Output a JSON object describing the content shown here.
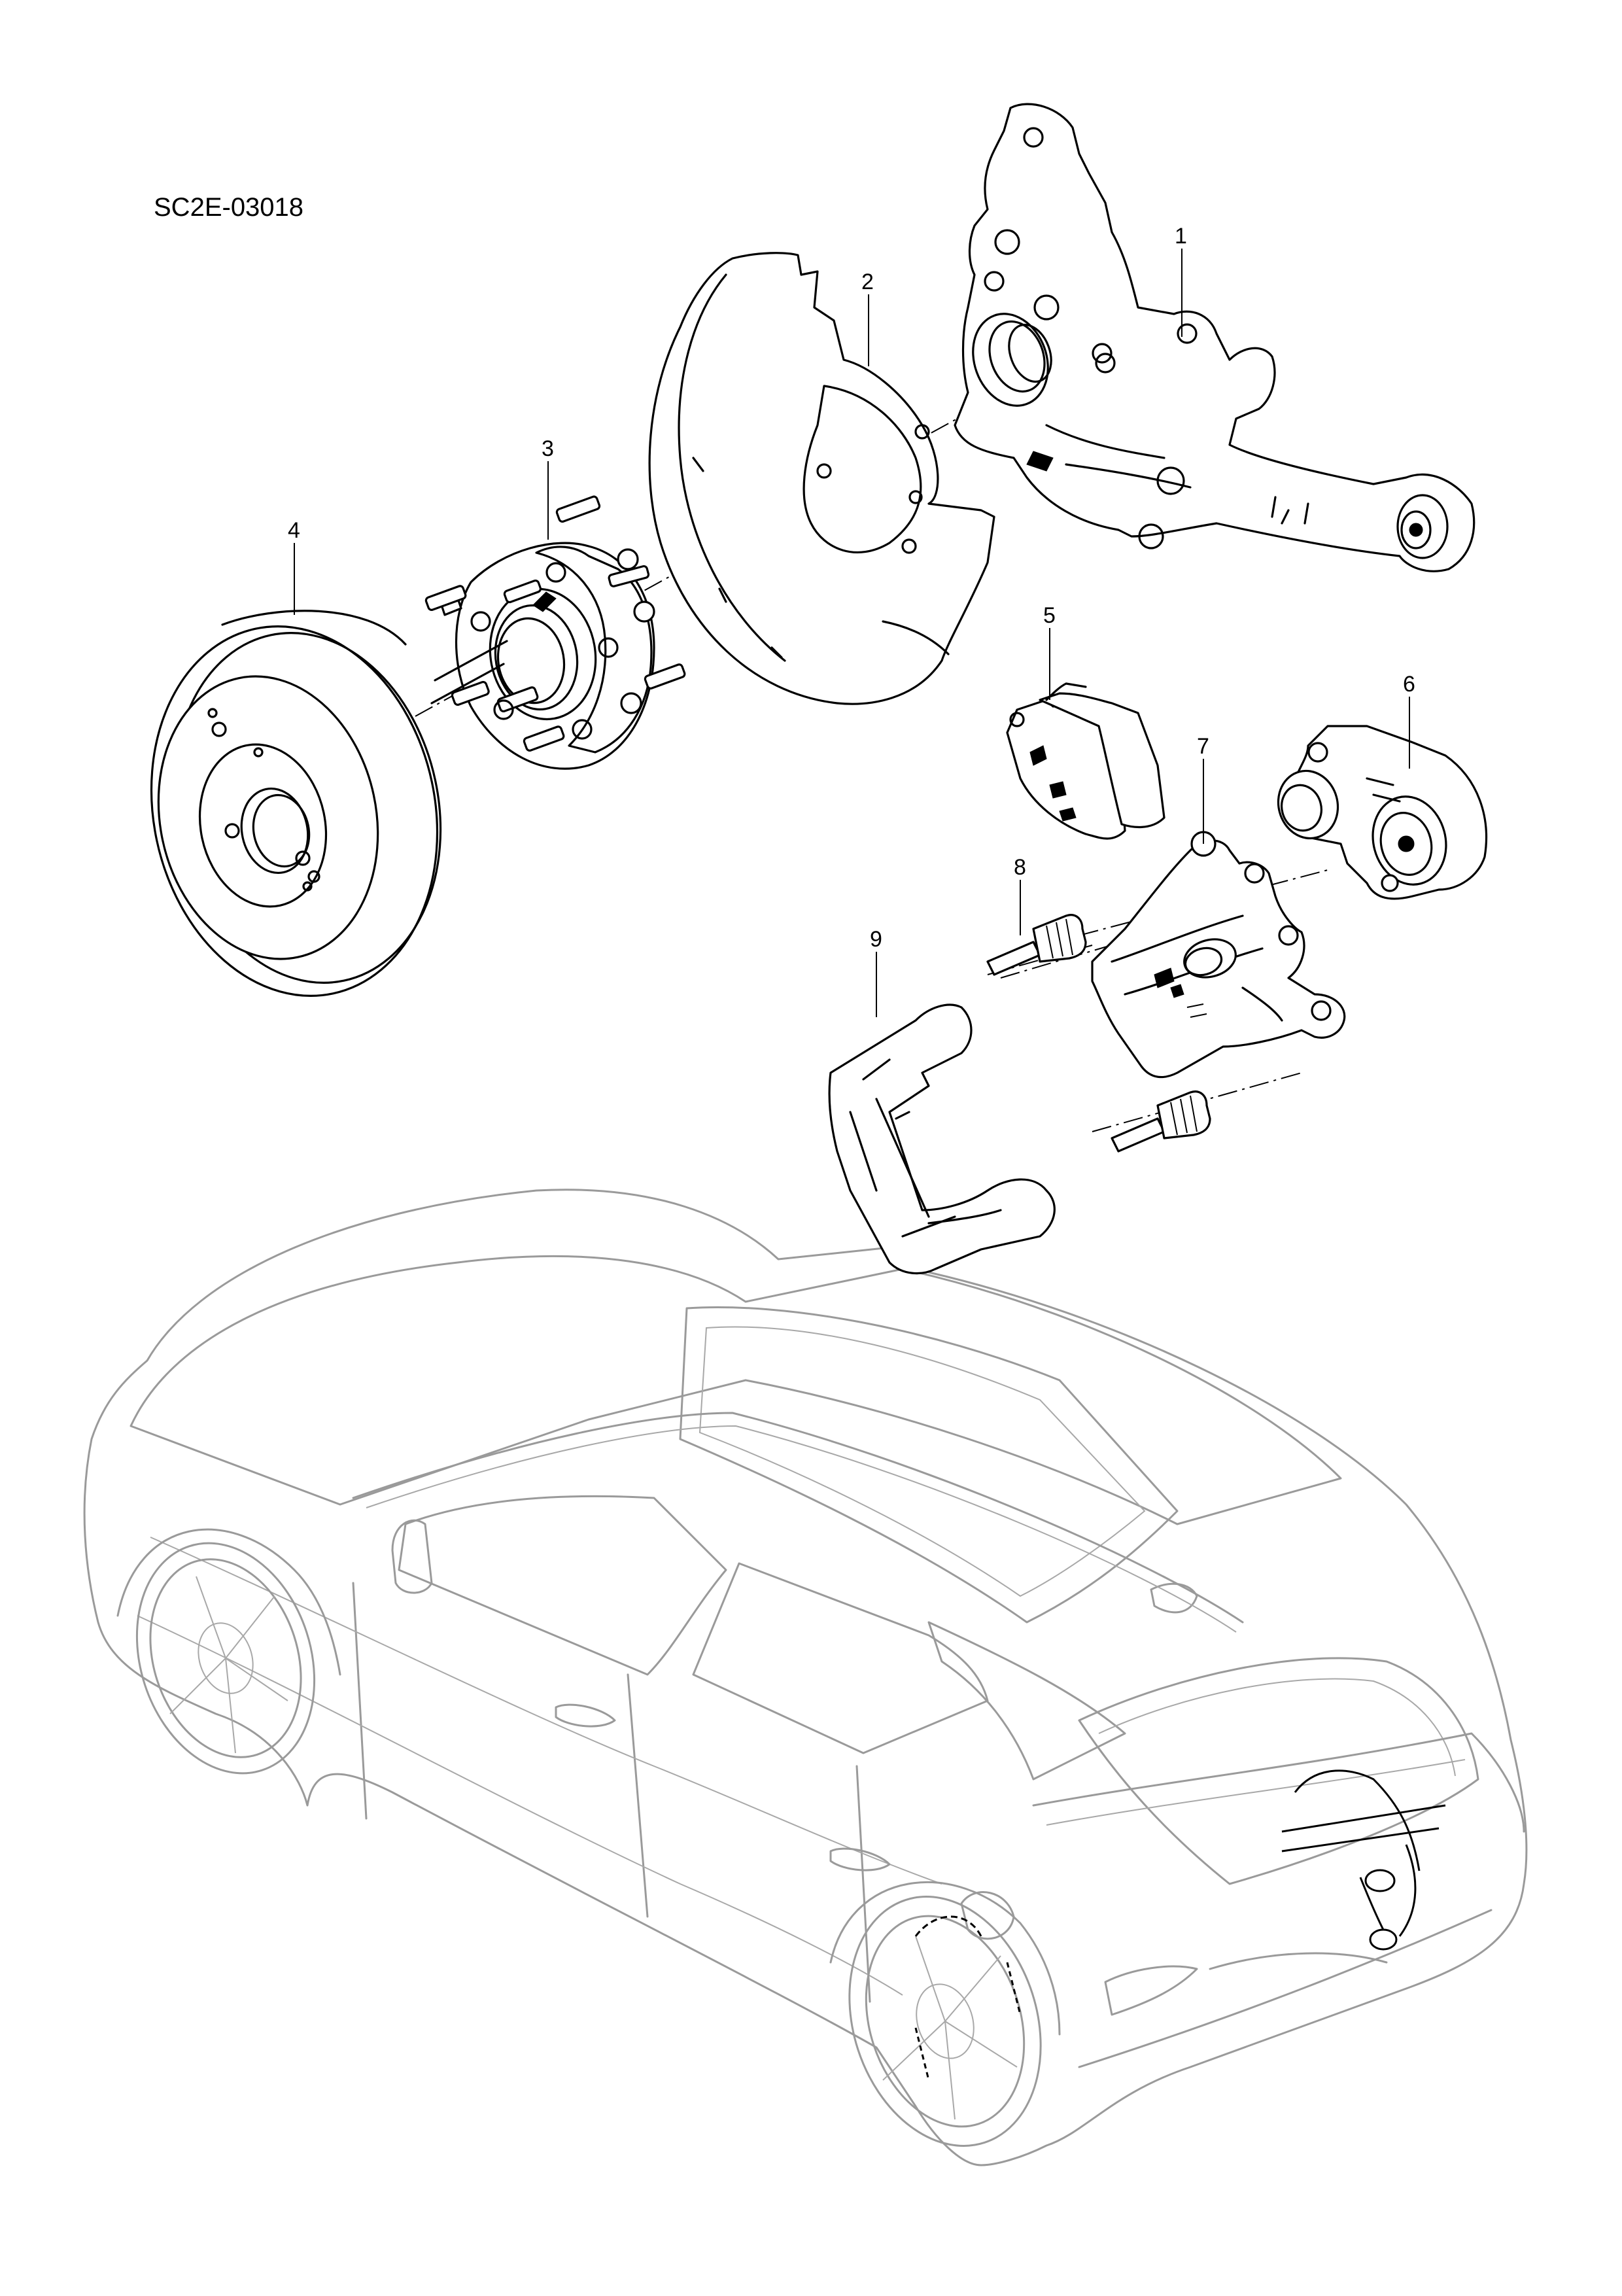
{
  "diagram_code": "SC2E-03018",
  "callouts": [
    "1",
    "2",
    "3",
    "4",
    "5",
    "6",
    "7",
    "8",
    "9"
  ],
  "colors": {
    "line": "#000000",
    "vehicle_ghost": "#9a9a9a",
    "background": "#ffffff"
  }
}
